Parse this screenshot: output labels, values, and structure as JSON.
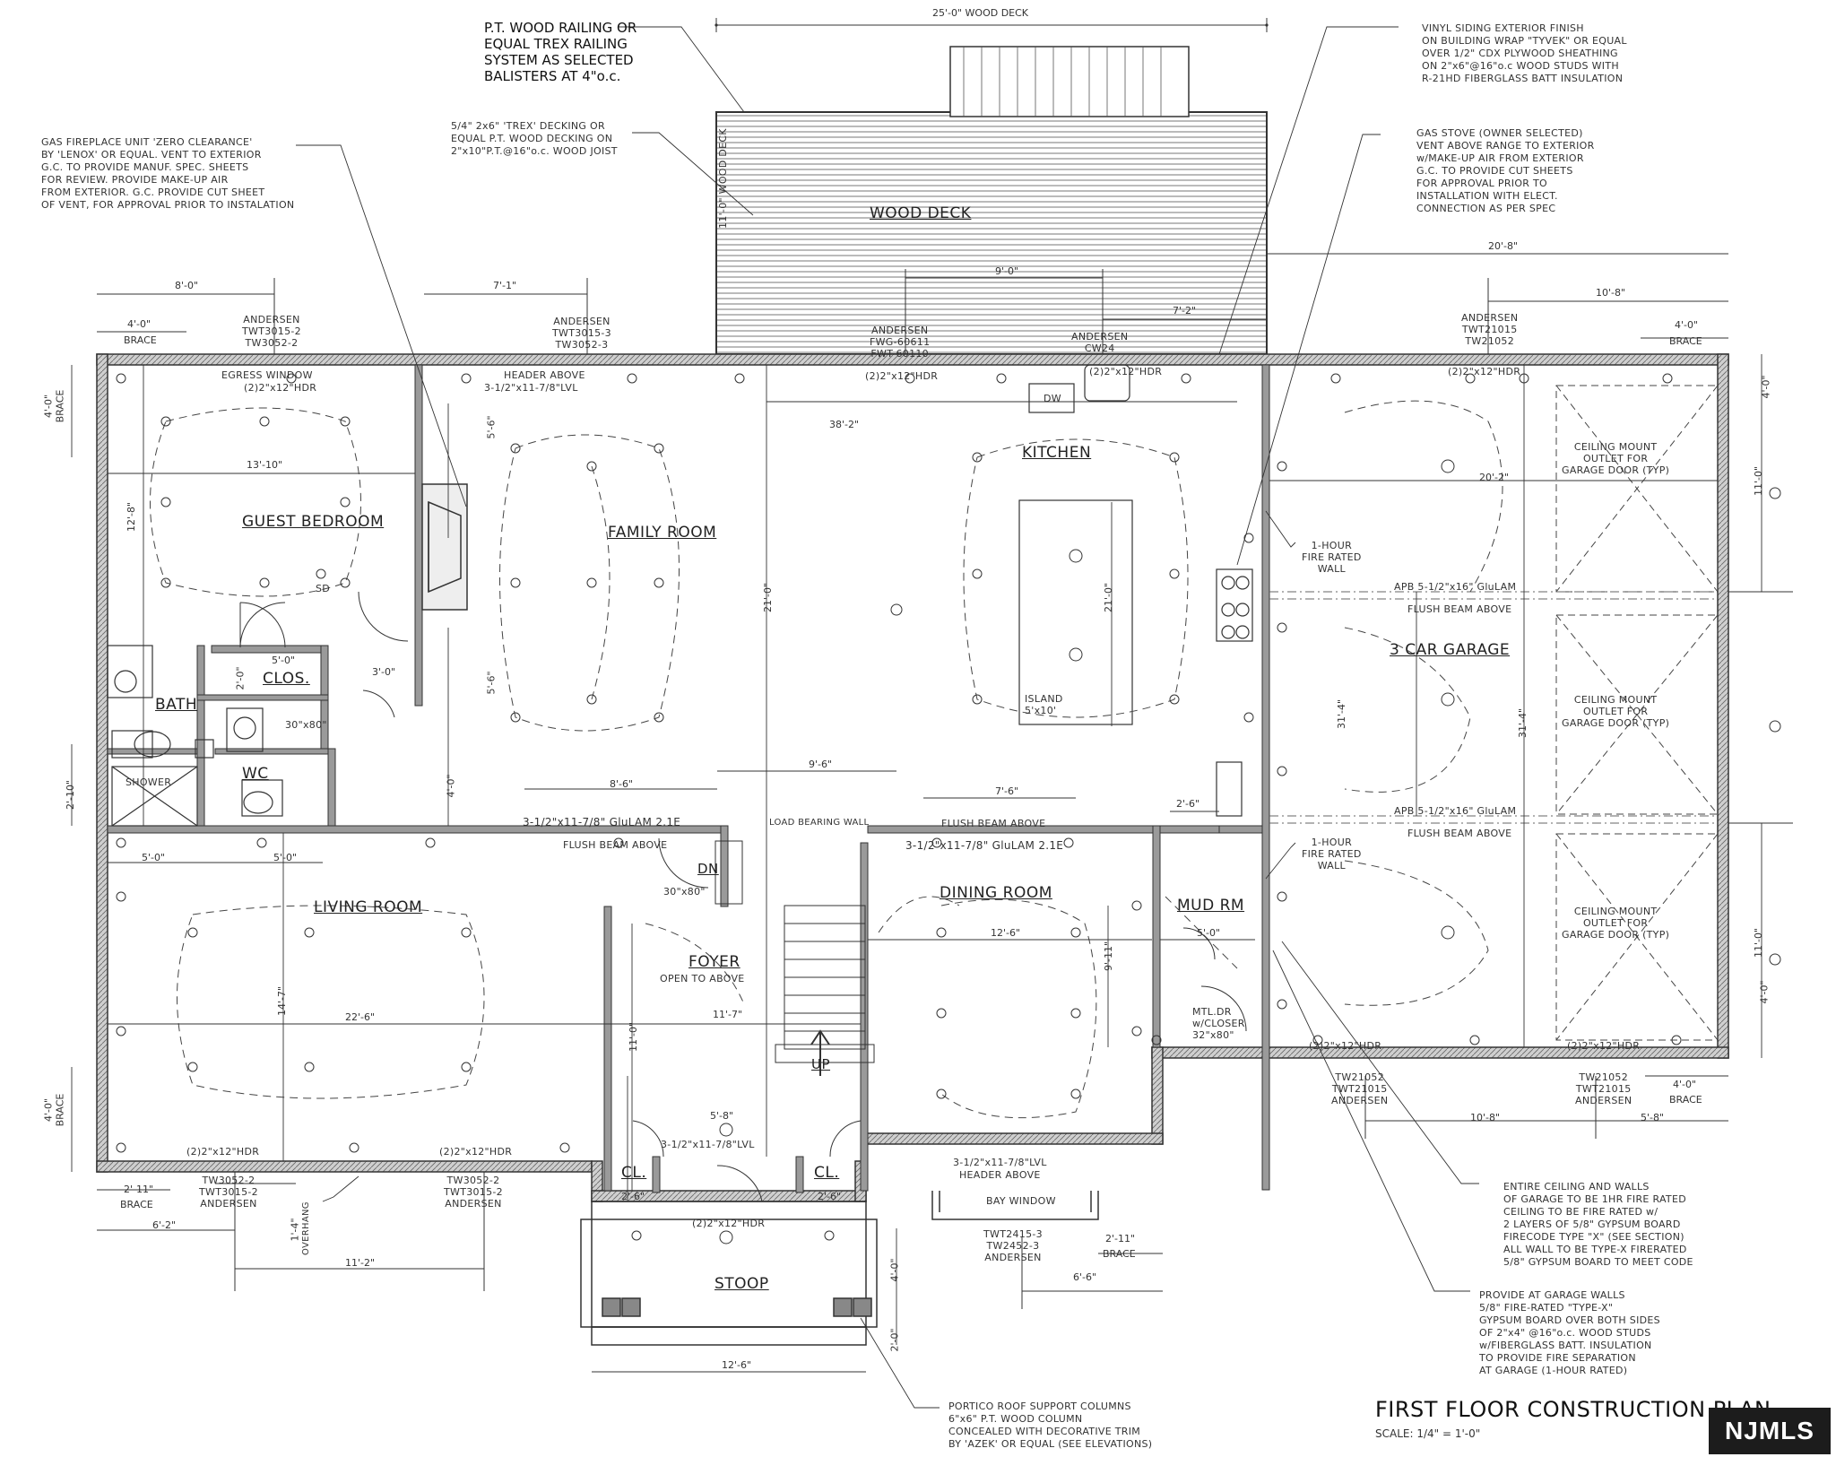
{
  "title": "FIRST FLOOR CONSTRUCTION PLAN",
  "scale": "SCALE: 1/4\" = 1'-0\"",
  "logo": "NJMLS",
  "rooms": {
    "wood_deck": "WOOD DECK",
    "kitchen": "KITCHEN",
    "guest_bedroom": "GUEST BEDROOM",
    "family_room": "FAMILY ROOM",
    "garage": "3 CAR GARAGE",
    "bath": "BATH",
    "clos": "CLOS.",
    "wc": "WC",
    "living_room": "LIVING ROOM",
    "dining_room": "DINING ROOM",
    "mud_rm": "MUD RM",
    "foyer": "FOYER",
    "stoop": "STOOP",
    "cl_left": "CL.",
    "cl_right": "CL."
  },
  "sublabels": {
    "shower": "SHOWER",
    "foyer_open": "OPEN TO ABOVE",
    "island": "ISLAND\n5'x10'",
    "dw": "DW",
    "bay_window": "BAY WINDOW",
    "dn": "DN",
    "up": "UP",
    "sd": "SD",
    "egress": "EGRESS WINDOW",
    "mtl_dr": "MTL.DR\nw/CLOSER\n32\"x80\"",
    "door_30x80_a": "30\"x80\"",
    "door_30x80_b": "30\"x80\"",
    "wood_deck_vert": "11'-0\" WOOD DECK",
    "fire_wall_1": "1-HOUR\nFIRE RATED\nWALL",
    "fire_wall_2": "1-HOUR\nFIRE RATED\nWALL",
    "garage_outlet_1": "CEILING MOUNT\nOUTLET FOR\nGARAGE DOOR (TYP)",
    "garage_outlet_2": "CEILING MOUNT\nOUTLET FOR\nGARAGE DOOR (TYP)",
    "garage_outlet_3": "CEILING MOUNT\nOUTLET FOR\nGARAGE DOOR (TYP)",
    "overhang": "OVERHANG"
  },
  "notes": {
    "railing": "P.T. WOOD RAILING OR\nEQUAL TREX RAILING\nSYSTEM AS SELECTED\nBALISTERS AT 4\"o.c.",
    "decking": "5/4\" 2x6\" 'TREX' DECKING OR\nEQUAL P.T. WOOD DECKING ON\n2\"x10\"P.T.@16\"o.c. WOOD JOIST",
    "fireplace": "GAS FIREPLACE UNIT 'ZERO CLEARANCE'\nBY 'LENOX' OR EQUAL. VENT TO EXTERIOR\nG.C. TO PROVIDE MANUF. SPEC. SHEETS\nFOR REVIEW. PROVIDE MAKE-UP AIR\nFROM EXTERIOR. G.C. PROVIDE CUT SHEET\nOF VENT, FOR APPROVAL PRIOR TO INSTALATION",
    "siding": "VINYL SIDING EXTERIOR FINISH\nON BUILDING WRAP \"TYVEK\" OR EQUAL\nOVER 1/2\" CDX PLYWOOD SHEATHING\nON 2\"x6\"@16\"o.c WOOD STUDS WITH\nR-21HD FIBERGLASS BATT INSULATION",
    "gas_stove": "GAS STOVE (OWNER SELECTED)\nVENT ABOVE RANGE TO EXTERIOR\nw/MAKE-UP AIR FROM EXTERIOR\nG.C. TO PROVIDE CUT SHEETS\nFOR APPROVAL PRIOR TO\nINSTALLATION WITH ELECT.\nCONNECTION AS PER SPEC",
    "garage_ceiling": "ENTIRE CEILING AND WALLS\nOF GARAGE TO BE 1HR FIRE RATED\nCEILING TO BE FIRE RATED w/\n2 LAYERS OF 5/8\" GYPSUM BOARD\nFIRECODE TYPE \"X\" (SEE SECTION)\nALL WALL TO BE TYPE-X FIRERATED\n5/8\" GYPSUM BOARD TO MEET CODE",
    "garage_walls": "PROVIDE AT GARAGE WALLS\n5/8\" FIRE-RATED \"TYPE-X\"\nGYPSUM BOARD OVER BOTH SIDES\nOF 2\"x4\" @16\"o.c. WOOD STUDS\nw/FIBERGLASS BATT. INSULATION\nTO PROVIDE FIRE SEPARATION\nAT GARAGE (1-HOUR RATED)",
    "portico": "PORTICO ROOF SUPPORT COLUMNS\n6\"x6\" P.T. WOOD  COLUMN\nCONCEALED WITH DECORATIVE TRIM\nBY 'AZEK' OR EQUAL (SEE ELEVATIONS)"
  },
  "windows": {
    "w1": "ANDERSEN\nTWT3015-2\nTW3052-2",
    "w2": "ANDERSEN\nTWT3015-3\nTW3052-3",
    "w3": "ANDERSEN\nFWG-60611\nFWT-60110",
    "w4": "ANDERSEN\nCW24",
    "w5": "ANDERSEN\nTWT21015\nTW21052",
    "w6": "TW3052-2\nTWT3015-2\nANDERSEN",
    "w7": "TW3052-2\nTWT3015-2\nANDERSEN",
    "w8": "TWT2415-3\nTW2452-3\nANDERSEN",
    "w9": "TW21052\nTWT21015\nANDERSEN",
    "w10": "TW21052\nTWT21015\nANDERSEN"
  },
  "beams": {
    "b1": "3-1/2\"x11-7/8\" GluLAM 2.1E",
    "b2": "FLUSH BEAM ABOVE",
    "b3": "3-1/2\"x11-7/8\" GluLAM 2.1E",
    "b4": "FLUSH BEAM ABOVE",
    "b5": "LOAD BEARING WALL",
    "b6": "APB 5-1/2\"x16\" GluLAM",
    "b7": "FLUSH BEAM ABOVE",
    "b8": "APB 5-1/2\"x16\" GluLAM",
    "b9": "FLUSH BEAM ABOVE",
    "b10": "HEADER ABOVE",
    "b11": "3-1/2\"x11-7/8\"LVL",
    "b12": "(2)2\"x12\"HDR",
    "b13": "(2)2\"x12\"HDR",
    "b14": "(2)2\"x12\"HDR",
    "b15": "(2)2\"x12\"HDR",
    "b16": "(2)2\"x12\"HDR",
    "b17": "(2)2\"x12\"HDR",
    "b18": "(2)2\"x12\"HDR",
    "b19": "(2)2\"x12\"HDR",
    "b20": "3-1/2\"x11-7/8\"LVL\nHEADER ABOVE",
    "b21": "3-1/2\"x11-7/8\"LVL",
    "b22": "(2)2\"x12\"HDR"
  },
  "dims": {
    "d1": "25'-0\" WOOD DECK",
    "d2": "8'-0\"",
    "d3": "4'-0\"",
    "d4": "BRACE",
    "d5": "7'-1\"",
    "d6": "9'-0\"",
    "d7": "7'-2\"",
    "d8": "20'-8\"",
    "d9": "10'-8\"",
    "d10": "4'-0\"",
    "d11": "BRACE",
    "d12": "38'-2\"",
    "d13": "13'-10\"",
    "d14": "12'-8\"",
    "d15": "21'-0\"",
    "d16": "21'-0\"",
    "d17": "20'-2\"",
    "d18": "11'-0\"",
    "d19": "31'-4\"",
    "d20": "31'-4\"",
    "d21": "5'-0\"",
    "d22": "3'-0\"",
    "d23": "8'-6\"",
    "d24": "9'-6\"",
    "d25": "7'-6\"",
    "d26": "2'-6\"",
    "d27": "5'-0\"",
    "d28": "5'-0\"",
    "d29": "22'-6\"",
    "d30": "14'-7\"",
    "d31": "11'-7\"",
    "d32": "11'-0\"",
    "d33": "12'-6\"",
    "d34": "9'-11\"",
    "d35": "5'-0\"",
    "d36": "11'-0\"",
    "d37": "4'-0\"",
    "d38": "BRACE",
    "d39": "5'-8\"",
    "d40": "10'-8\"",
    "d41": "5'-8\"",
    "d42": "2'-11\"",
    "d43": "BRACE",
    "d44": "6'-2\"",
    "d45": "11'-2\"",
    "d46": "2'-6\"",
    "d47": "2'-6\"",
    "d48": "2'-11\"",
    "d49": "BRACE",
    "d50": "6'-6\"",
    "d51": "12'-6\"",
    "d52": "4'-0\"",
    "d53": "2'-0\"",
    "d54": "5'-6\"",
    "d55": "5'-6\"",
    "d56": "4'-0\"",
    "d57": "2'-10\"",
    "d58": "4'-0\"\nBRACE",
    "d59": "4'-0\"\nBRACE",
    "d60": "4'-0\"",
    "d61": "1'-4\"",
    "d62": "4'-0\"",
    "d63": "2'-0\""
  }
}
